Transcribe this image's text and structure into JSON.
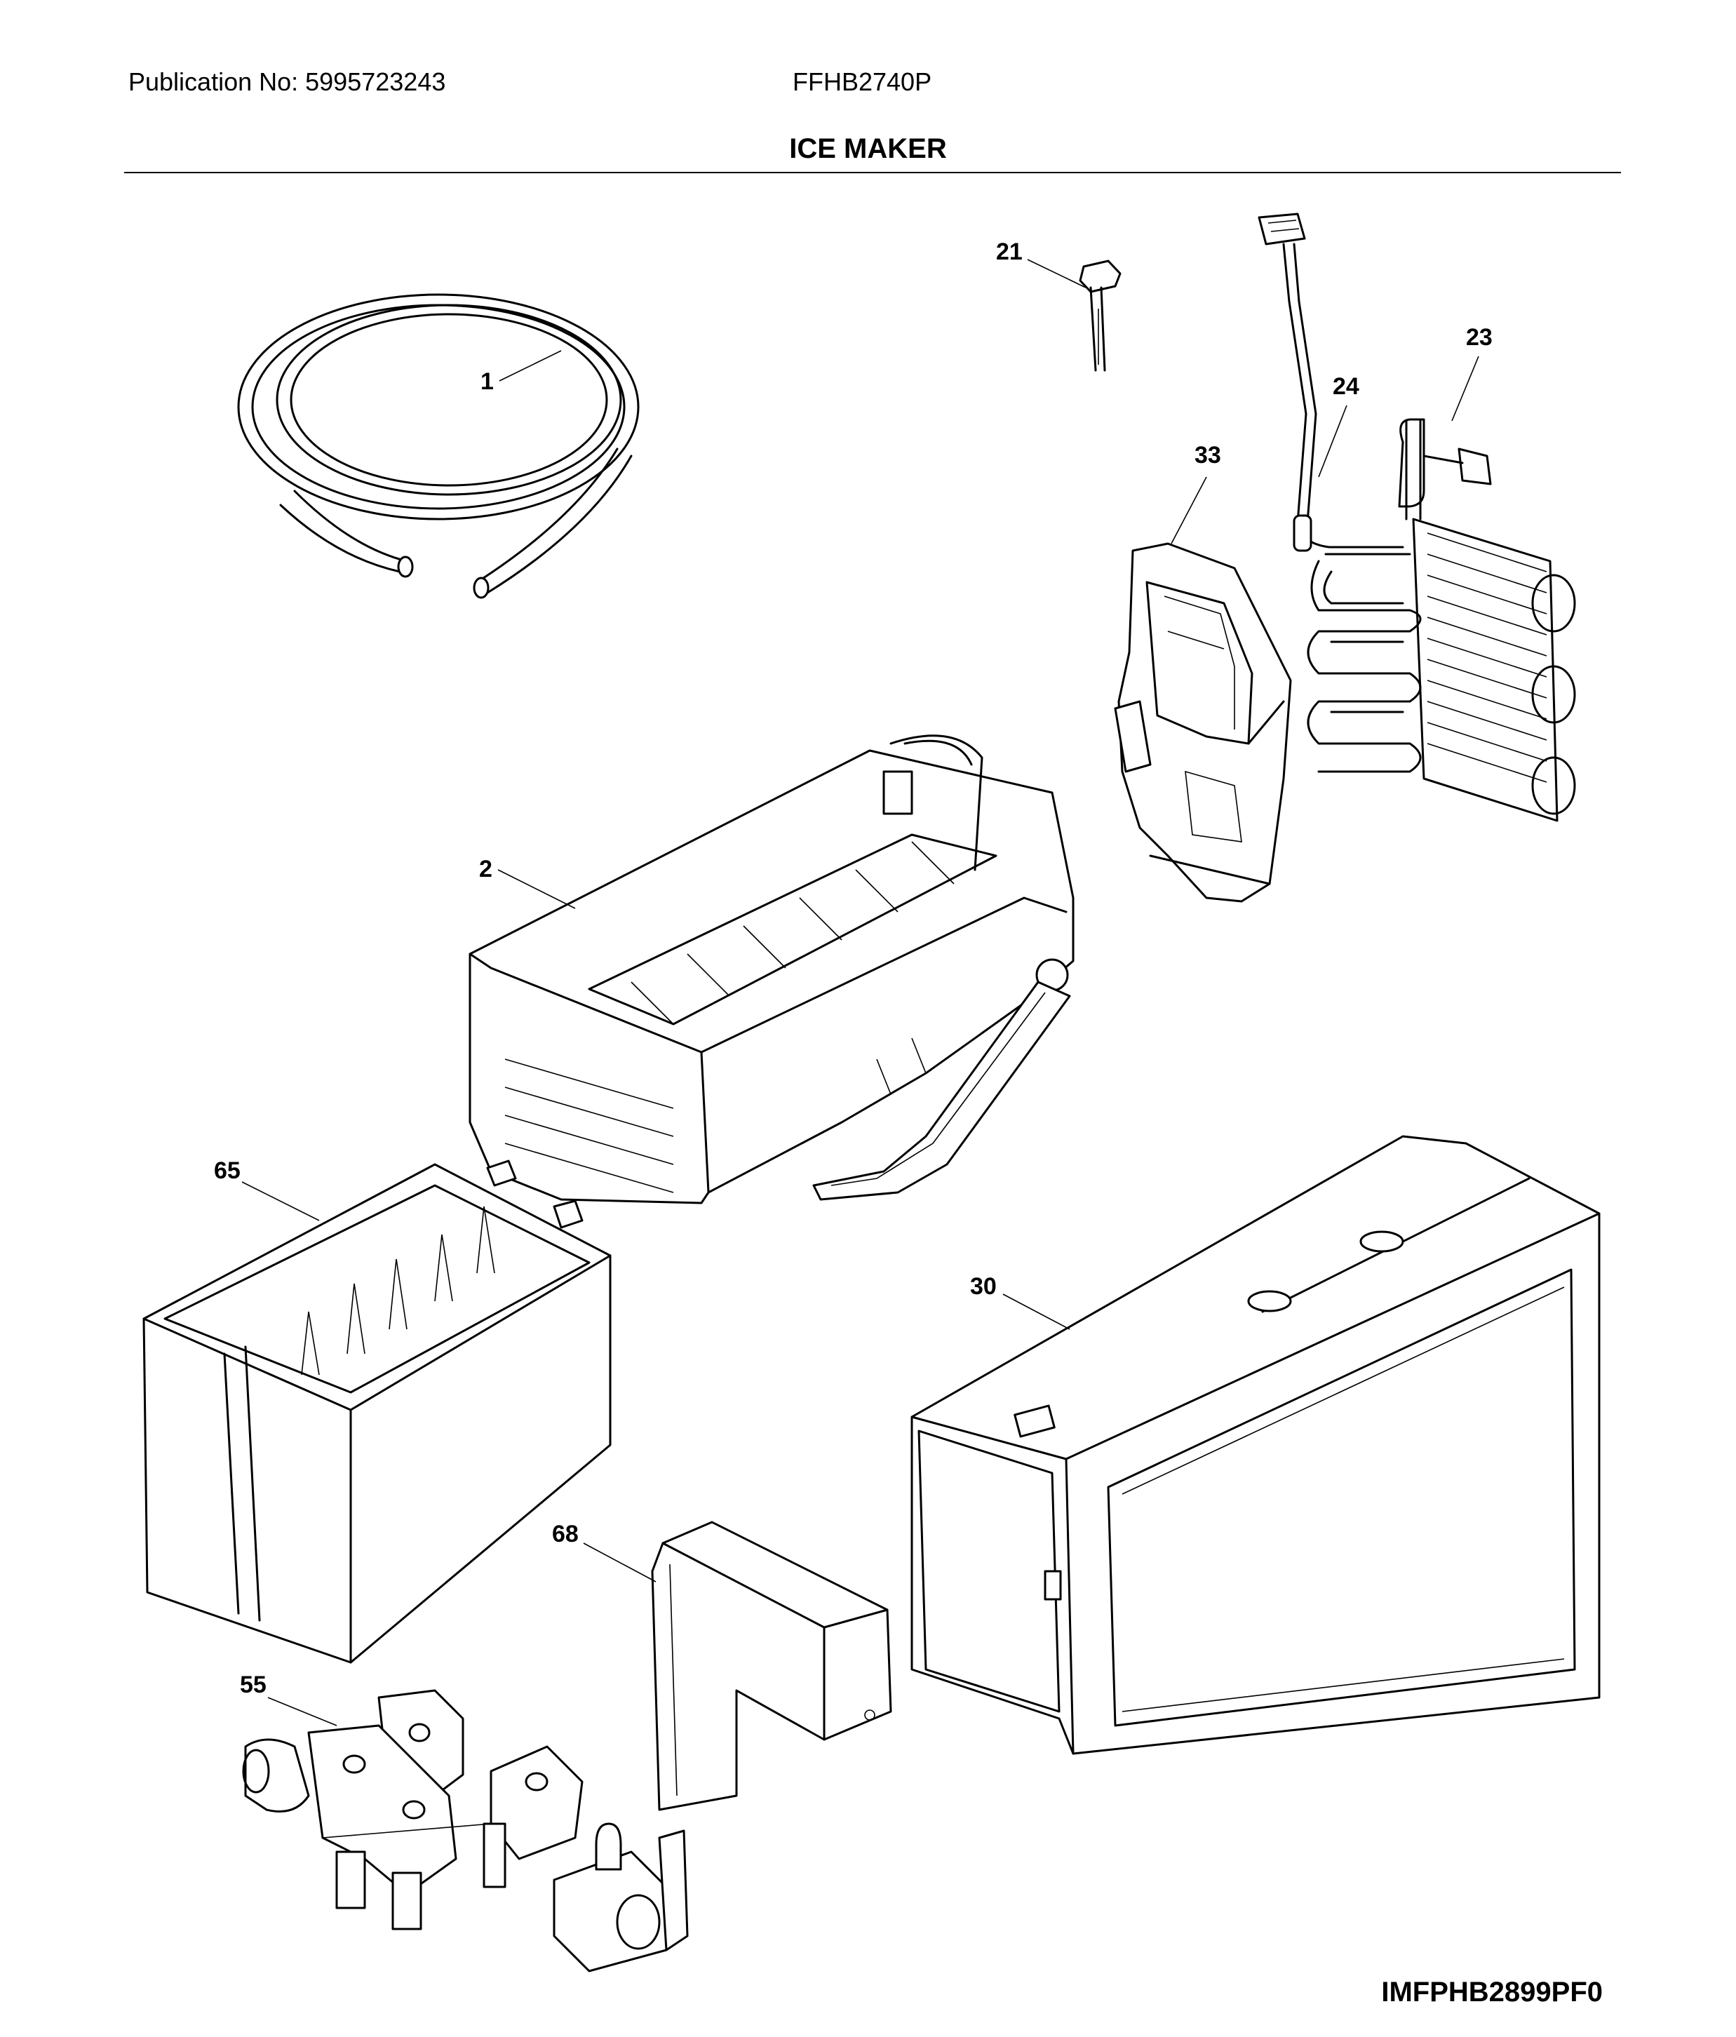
{
  "header": {
    "publication": "Publication No: 5995723243",
    "model": "FFHB2740P",
    "title": "ICE MAKER"
  },
  "footer": {
    "code": "IMFPHB2899PF0"
  },
  "callouts": [
    {
      "id": "1"
    },
    {
      "id": "2"
    },
    {
      "id": "21"
    },
    {
      "id": "23"
    },
    {
      "id": "24"
    },
    {
      "id": "30"
    },
    {
      "id": "33"
    },
    {
      "id": "55"
    },
    {
      "id": "65"
    },
    {
      "id": "68"
    }
  ]
}
